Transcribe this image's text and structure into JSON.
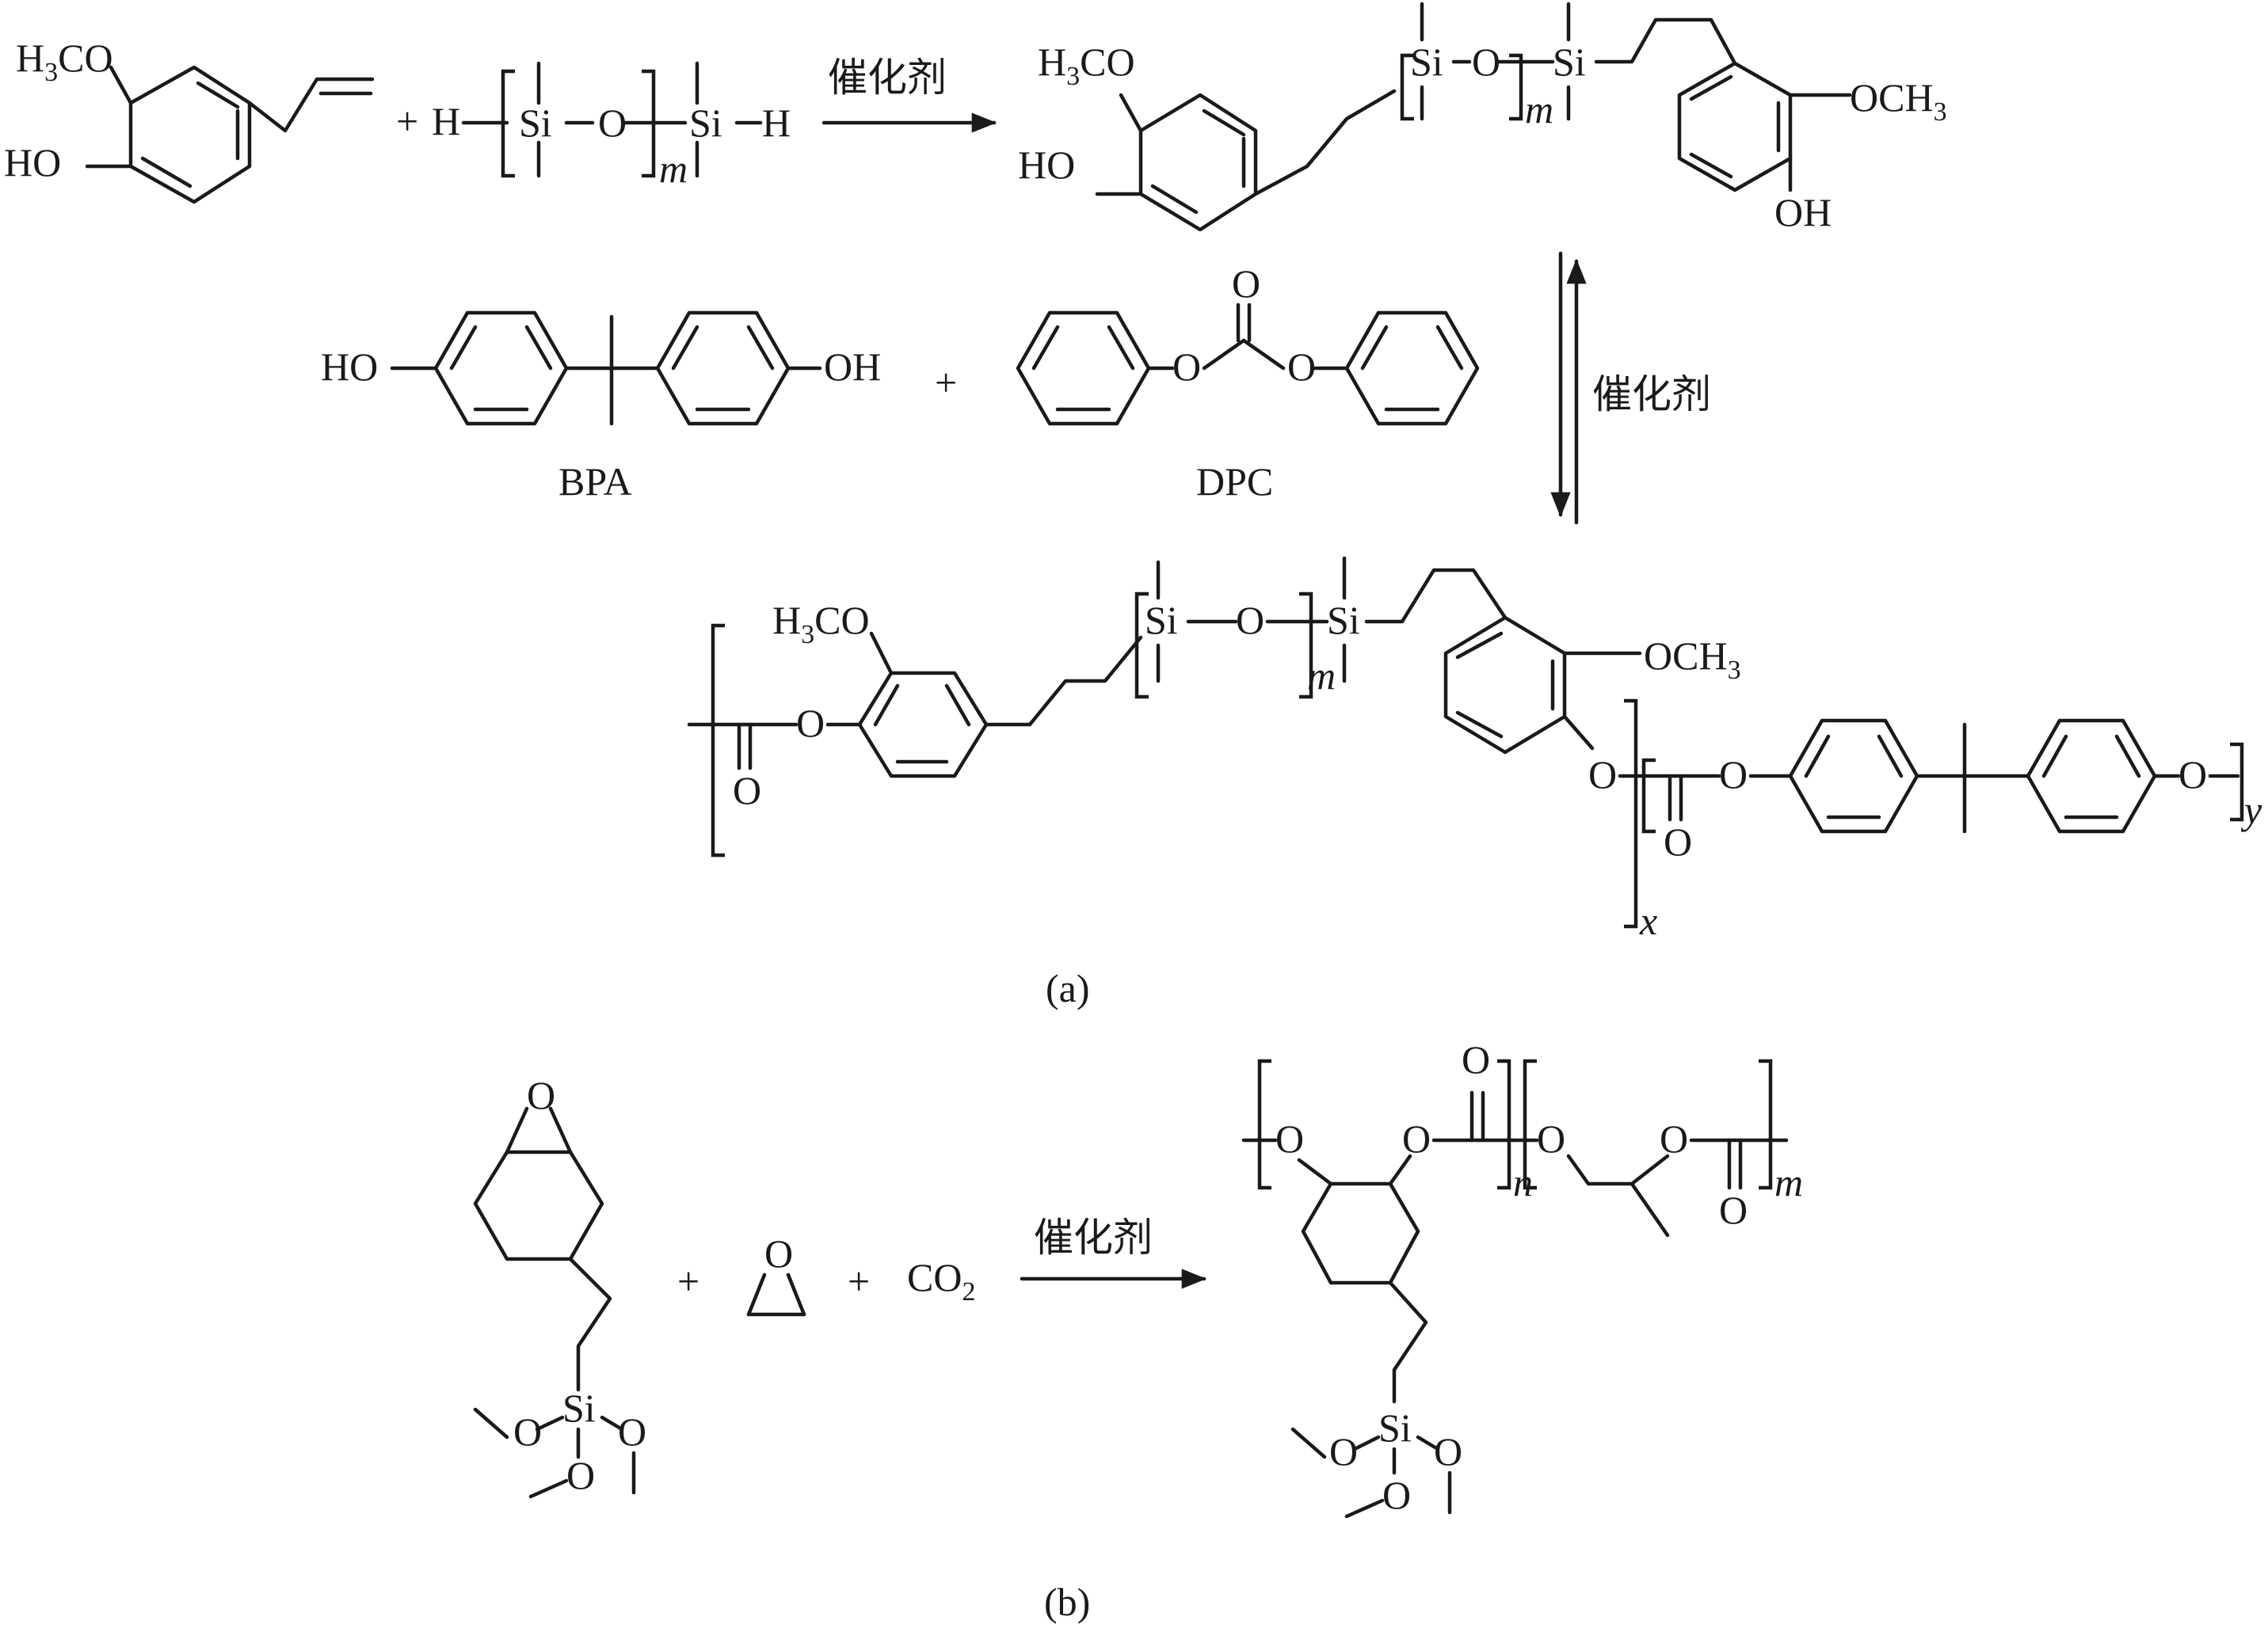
{
  "labels": {
    "catalyst": "催化剂",
    "h3co": "H",
    "sub3": "3",
    "co": "CO",
    "ho": "HO",
    "oh": "OH",
    "och": "OCH",
    "si": "Si",
    "o": "O",
    "h": "H",
    "m": "m",
    "n": "n",
    "x": "x",
    "y": "y",
    "plus": "+",
    "co2_c": "CO",
    "co2_sub": "2",
    "bpa": "BPA",
    "dpc": "DPC",
    "panel_a": "(a)",
    "panel_b": "(b)"
  }
}
